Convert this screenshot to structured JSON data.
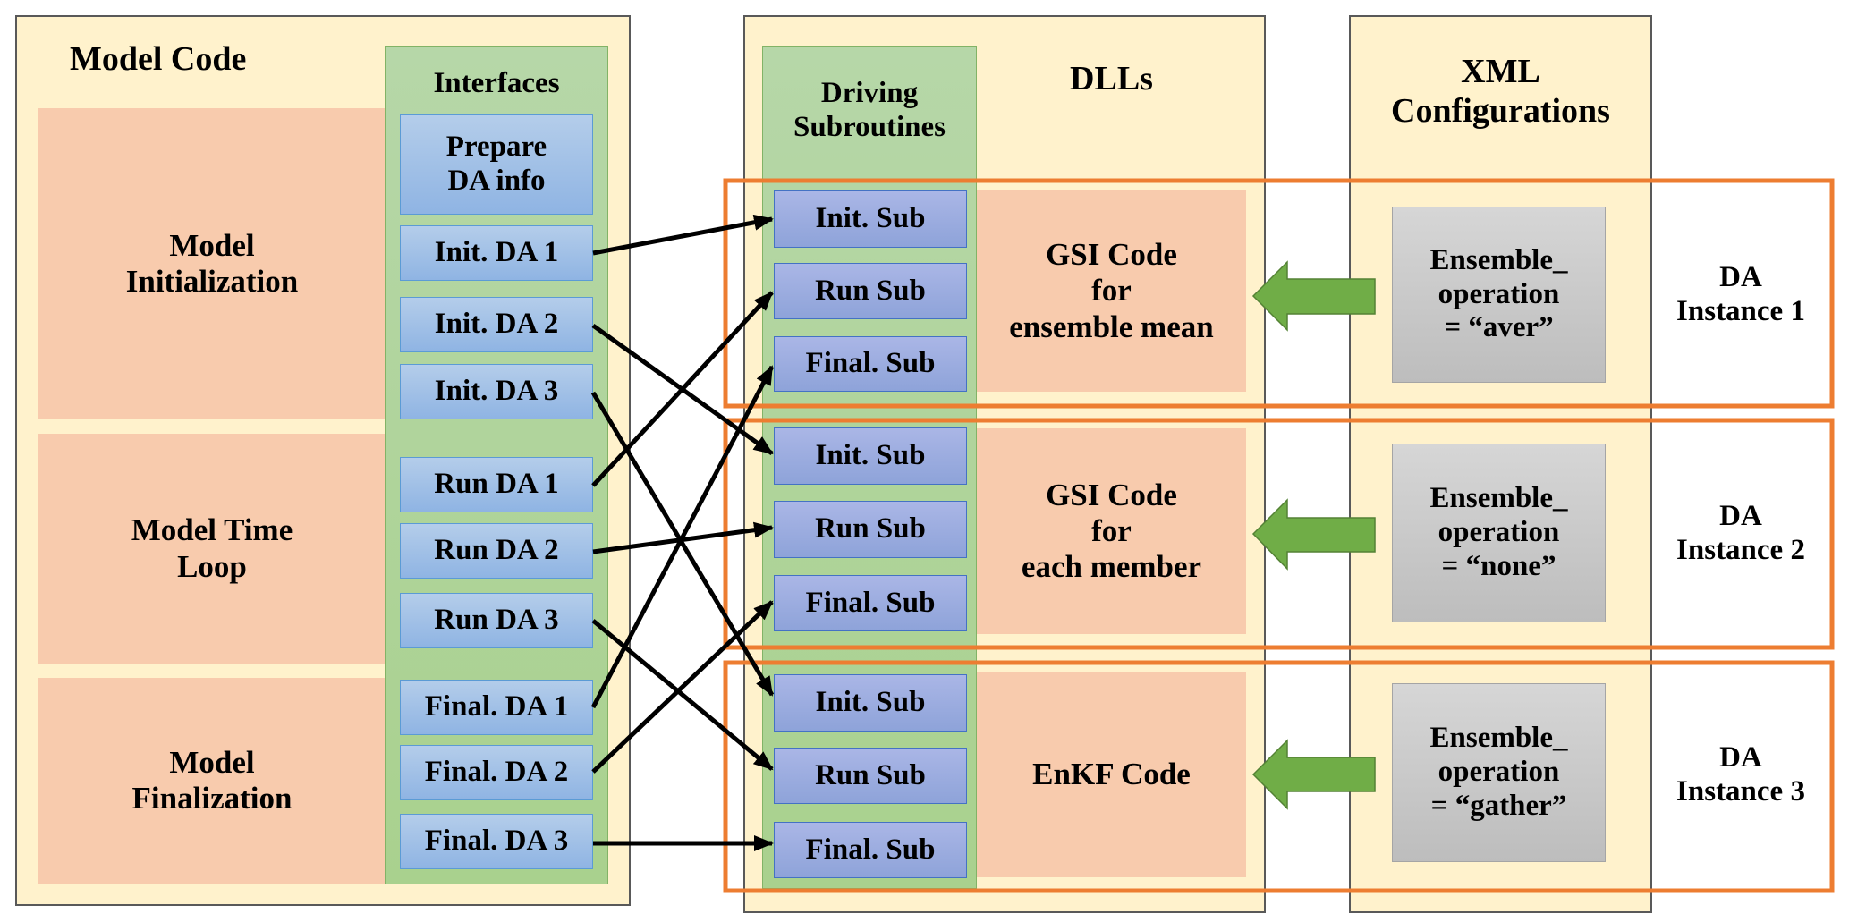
{
  "model_code": {
    "title": "Model Code",
    "phases": [
      {
        "label": "Model\nInitialization"
      },
      {
        "label": "Model Time\nLoop"
      },
      {
        "label": "Model\nFinalization"
      }
    ]
  },
  "interfaces": {
    "title": "Interfaces",
    "items": [
      {
        "label": "Prepare\nDA info"
      },
      {
        "label": "Init. DA 1"
      },
      {
        "label": "Init. DA 2"
      },
      {
        "label": "Init. DA 3"
      },
      {
        "label": "Run DA 1"
      },
      {
        "label": "Run DA 2"
      },
      {
        "label": "Run DA 3"
      },
      {
        "label": "Final. DA 1"
      },
      {
        "label": "Final. DA 2"
      },
      {
        "label": "Final. DA 3"
      }
    ]
  },
  "dlls": {
    "title": "DLLs",
    "driving_title": "Driving\nSubroutines",
    "groups": [
      {
        "subs": [
          "Init. Sub",
          "Run Sub",
          "Final. Sub"
        ],
        "code": "GSI Code\nfor\nensemble mean"
      },
      {
        "subs": [
          "Init. Sub",
          "Run Sub",
          "Final. Sub"
        ],
        "code": "GSI Code\nfor\neach member"
      },
      {
        "subs": [
          "Init. Sub",
          "Run Sub",
          "Final. Sub"
        ],
        "code": "EnKF Code"
      }
    ]
  },
  "xml": {
    "title": "XML\nConfigurations",
    "configs": [
      {
        "label": "Ensemble_\noperation\n= “aver”"
      },
      {
        "label": "Ensemble_\noperation\n= “none”"
      },
      {
        "label": "Ensemble_\noperation\n= “gather”"
      }
    ]
  },
  "instances": [
    {
      "label": "DA\nInstance 1"
    },
    {
      "label": "DA\nInstance 2"
    },
    {
      "label": "DA\nInstance 3"
    }
  ],
  "connections": [
    {
      "from": "Init. DA 1",
      "to_instance": 1,
      "to_sub": "Init. Sub"
    },
    {
      "from": "Init. DA 2",
      "to_instance": 2,
      "to_sub": "Init. Sub"
    },
    {
      "from": "Init. DA 3",
      "to_instance": 3,
      "to_sub": "Init. Sub"
    },
    {
      "from": "Run DA 1",
      "to_instance": 1,
      "to_sub": "Run Sub"
    },
    {
      "from": "Run DA 2",
      "to_instance": 2,
      "to_sub": "Run Sub"
    },
    {
      "from": "Run DA 3",
      "to_instance": 3,
      "to_sub": "Run Sub"
    },
    {
      "from": "Final. DA 1",
      "to_instance": 1,
      "to_sub": "Final. Sub"
    },
    {
      "from": "Final. DA 2",
      "to_instance": 2,
      "to_sub": "Final. Sub"
    },
    {
      "from": "Final. DA 3",
      "to_instance": 3,
      "to_sub": "Final. Sub"
    }
  ],
  "colors": {
    "panel": "#fff2cc",
    "green": "#a9d18e",
    "peach": "#f8cbad",
    "interface_blue": "#9dc3e6",
    "sub_blue": "#8faadc",
    "config_grey": "#c9c9c9",
    "instance_border": "#ed7d31",
    "config_arrow": "#70ad47"
  }
}
